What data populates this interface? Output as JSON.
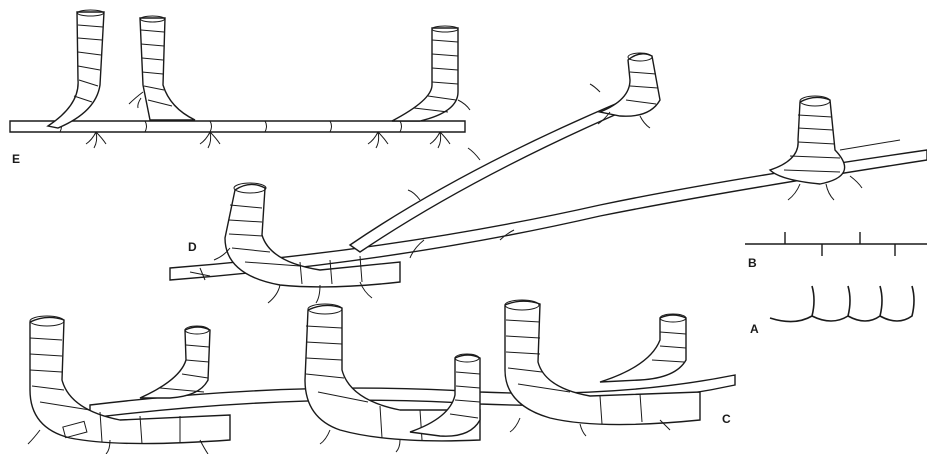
{
  "figure": {
    "labels": {
      "a": "A",
      "b": "B",
      "c": "C",
      "d": "D",
      "e": "E"
    },
    "ink_color": "#1a1a1a",
    "background": "#ffffff"
  }
}
